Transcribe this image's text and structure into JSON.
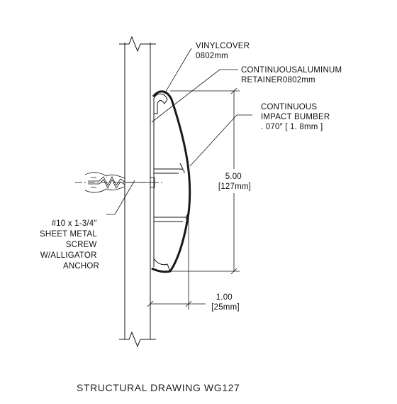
{
  "drawing": {
    "callouts": {
      "vinyl_cover": [
        "VINYLCOVER",
        "0802mm"
      ],
      "aluminum_retainer": [
        "CONTINUOUSALUMINUM",
        "RETAINER0802mm"
      ],
      "impact_bumper": [
        "CONTINUOUS",
        "IMPACT  BUMBER",
        ". 070″ [ 1. 8mm ]"
      ],
      "screw": [
        "#10  x  1-3/4″",
        "SHEET  METAL",
        "SCREW",
        "W/ALLIGATOR",
        "ANCHOR"
      ]
    },
    "dimensions": {
      "height": {
        "value": "5.00",
        "metric": "[127mm]"
      },
      "projection": {
        "value": "1.00",
        "metric": "[25mm]"
      }
    },
    "caption": "STRUCTURAL DRAWING  WG127"
  }
}
